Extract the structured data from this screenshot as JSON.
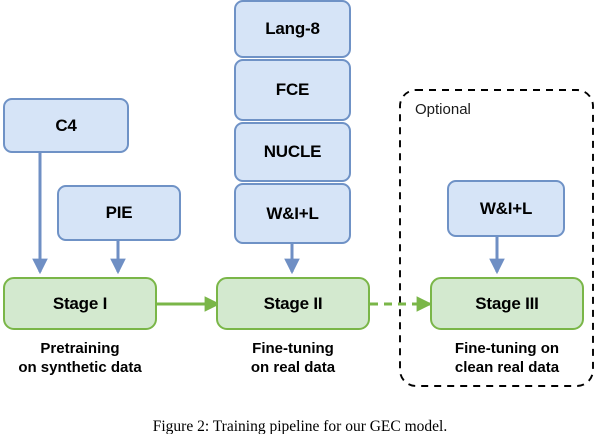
{
  "figure": {
    "caption": "Figure 2: Training pipeline for our GEC model."
  },
  "colors": {
    "blue_fill": "#d6e4f7",
    "blue_border": "#6f92c6",
    "green_fill": "#d3e9cf",
    "green_border": "#7ab648",
    "blue_arrow": "#6f8fc4",
    "green_arrow": "#7ab648",
    "dashed_group_border": "#000000",
    "text": "#000000",
    "background": "#ffffff"
  },
  "synthetic_sources": [
    {
      "label": "C4"
    },
    {
      "label": "PIE"
    }
  ],
  "real_sources": [
    {
      "label": "Lang-8"
    },
    {
      "label": "FCE"
    },
    {
      "label": "NUCLE"
    },
    {
      "label": "W&I+L"
    }
  ],
  "optional_group": {
    "label": "Optional",
    "source": {
      "label": "W&I+L"
    }
  },
  "stages": [
    {
      "name": "Stage I",
      "description_line1": "Pretraining",
      "description_line2": "on synthetic data"
    },
    {
      "name": "Stage II",
      "description_line1": "Fine-tuning",
      "description_line2": "on real data"
    },
    {
      "name": "Stage III",
      "description_line1": "Fine-tuning on",
      "description_line2": "clean real data"
    }
  ],
  "arrows": [
    {
      "from": "C4",
      "to": "Stage I",
      "style": "solid",
      "color": "blue"
    },
    {
      "from": "PIE",
      "to": "Stage I",
      "style": "solid",
      "color": "blue"
    },
    {
      "from": "W&I+L",
      "to": "Stage II",
      "style": "solid",
      "color": "blue"
    },
    {
      "from": "W&I+L (optional)",
      "to": "Stage III",
      "style": "solid",
      "color": "blue"
    },
    {
      "from": "Stage I",
      "to": "Stage II",
      "style": "solid",
      "color": "green"
    },
    {
      "from": "Stage II",
      "to": "Stage III",
      "style": "dashed",
      "color": "green"
    }
  ]
}
